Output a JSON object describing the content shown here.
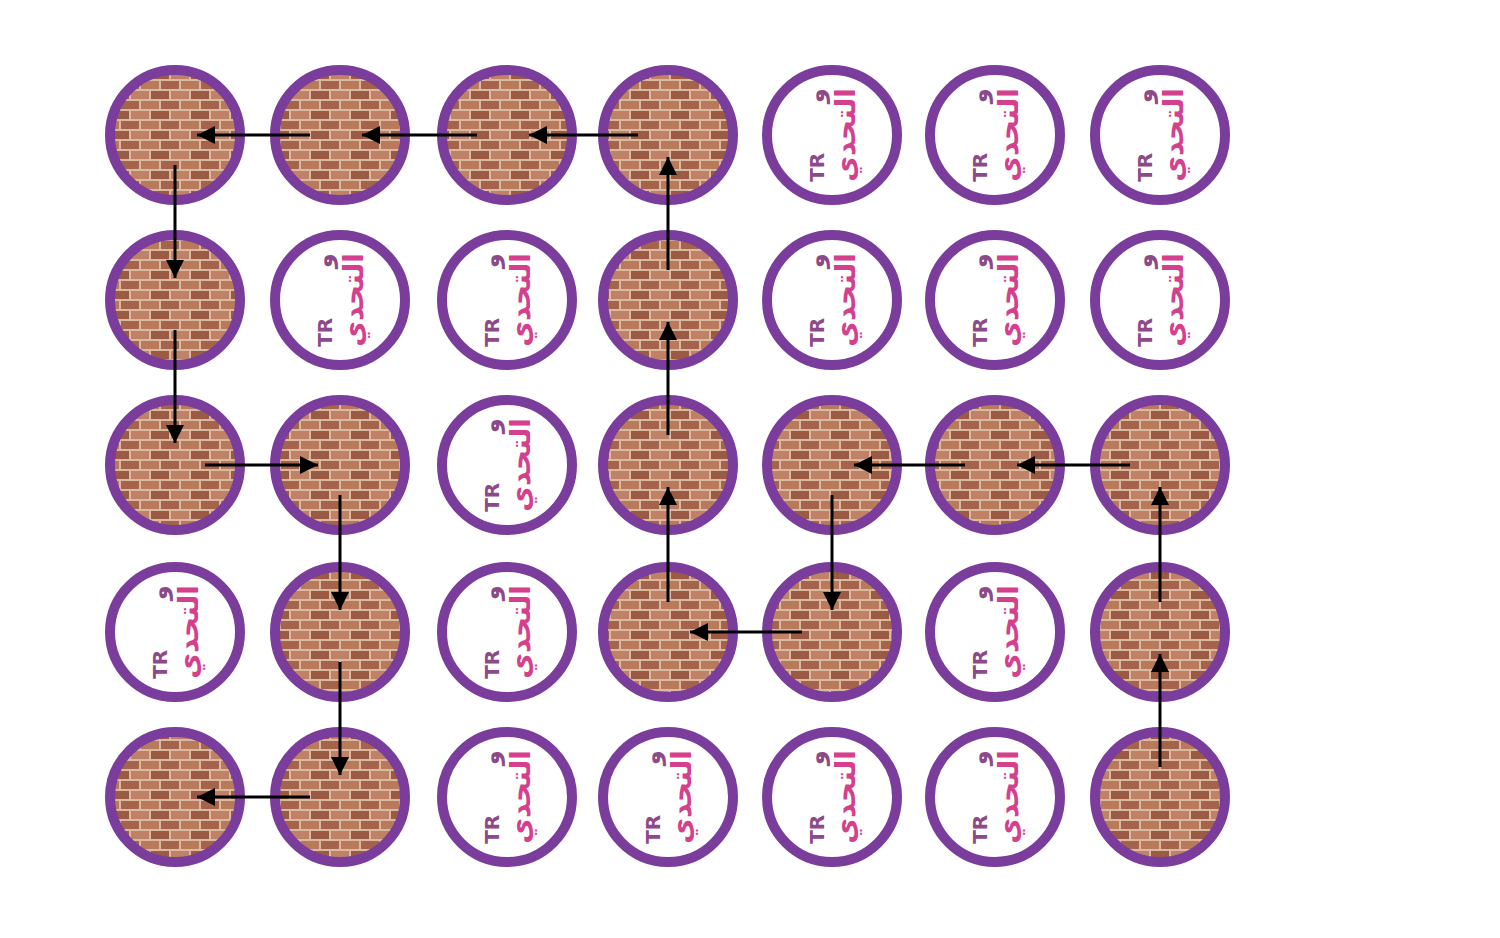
{
  "diagram": {
    "nodes": [
      {
        "text": [
          "TR",
          "و",
          "التحدي"
        ]
      },
      {
        "text": [
          "TR",
          "و",
          "التحدي"
        ]
      },
      {
        "text": [
          "TR",
          "و",
          "التحدي"
        ]
      },
      {
        "text": [
          "TR",
          "و",
          "التحدي"
        ]
      },
      {
        "text": [
          "TR",
          "و",
          "التحدي"
        ]
      },
      {
        "text": [
          "TR",
          "و",
          "التحدي"
        ]
      },
      {
        "text": [
          "TR",
          "و",
          "التحدي"
        ]
      },
      {
        "text": [
          "TR",
          "و",
          "التحدي"
        ]
      },
      {
        "text": [
          "TR",
          "و",
          "التحدي"
        ]
      },
      {
        "text": [
          "TR",
          "و",
          "التحدي"
        ]
      },
      {
        "text": [
          "TR",
          "و",
          "التحدي"
        ]
      },
      {
        "text": [
          "TR",
          "و",
          "التحدي"
        ]
      },
      {
        "text": [
          "TR",
          "و",
          "التحدي"
        ]
      },
      {
        "text": [
          "TR",
          "و",
          "التحدي"
        ]
      },
      {
        "text": [
          "TR",
          "و",
          "التحدي"
        ]
      },
      {
        "text": [
          "TR",
          "و",
          "التحدي"
        ]
      }
    ]
  }
}
